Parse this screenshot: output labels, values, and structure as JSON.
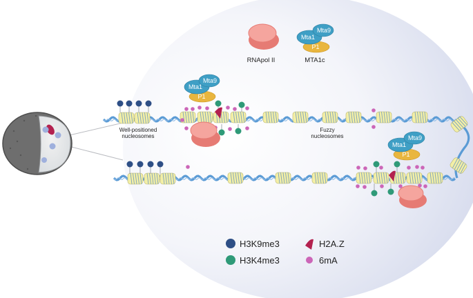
{
  "labels": {
    "rnapol": "RNApol II",
    "mta1c": "MTA1c",
    "well_positioned_line1": "Well-positioned",
    "well_positioned_line2": "nucleosomes",
    "fuzzy_line1": "Fuzzy",
    "fuzzy_line2": "nucleosomes"
  },
  "complex": {
    "mta9": "Mta9",
    "mta1": "Mta1",
    "p1": "P1"
  },
  "legend": [
    {
      "key": "h3k9me3",
      "label": "H3K9me3",
      "color": "#2e4f86"
    },
    {
      "key": "h2az",
      "label": "H2A.Z",
      "color": "#b3214f"
    },
    {
      "key": "h3k4me3",
      "label": "H3K4me3",
      "color": "#2f9a78"
    },
    {
      "key": "6ma",
      "label": "6mA",
      "color": "#cc66b8"
    }
  ],
  "colors": {
    "h3k9me3": "#2e4f86",
    "h3k4me3": "#2f9a78",
    "h2az": "#b3214f",
    "m6a": "#cc66b8",
    "polymerase": "#f08a80",
    "mta_blue": "#3f9fc5",
    "p1_yellow": "#e9b63f",
    "nucleosome": "#f3efa6",
    "dna": "#5b9bd5",
    "nucleus_bg": "#dfe3f1",
    "cell": "#6f6f6f"
  }
}
